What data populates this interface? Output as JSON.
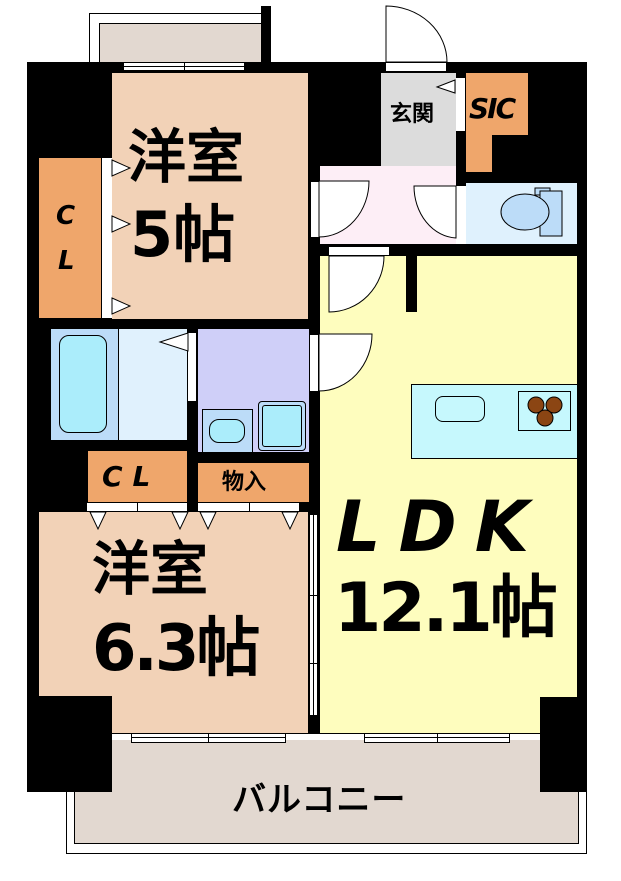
{
  "floorplan": {
    "colors": {
      "wall": "#000000",
      "western_room": "#f2d2b7",
      "closet": "#efa66b",
      "entrance": "#dcdcdc",
      "hallway": "#fdeef6",
      "toilet_room": "#dff1fd",
      "bath_room": "#bcdcf8",
      "bath_wash": "#e0f1fd",
      "bathtub": "#abedfb",
      "washroom": "#cfcff8",
      "ldk": "#fefdbe",
      "kitchen_counter": "#c6f8fd",
      "stove_burner": "#8b4513",
      "balcony": "#e2d8d0"
    },
    "rooms": {
      "western_room_1": {
        "name": "洋室",
        "size": "5帖"
      },
      "western_room_2": {
        "name": "洋室",
        "size": "6.3帖"
      },
      "ldk": {
        "name": "LDK",
        "size": "12.1帖"
      },
      "entrance": {
        "name": "玄関"
      },
      "shoe_closet": {
        "name": "SIC"
      },
      "closet_1": {
        "name_line1": "C",
        "name_line2": "L"
      },
      "closet_2": {
        "name": "CL"
      },
      "storage": {
        "name": "物入"
      },
      "balcony_main": {
        "name": "バルコニー"
      }
    },
    "icons": {
      "toilet": "toilet-icon",
      "bathtub": "bathtub-icon",
      "wash_basin": "sink-icon",
      "washing_machine": "washing-machine-icon",
      "kitchen_sink": "kitchen-sink-icon",
      "stove": "stove-icon",
      "door_swing": "door-swing-icon",
      "sliding_window": "sliding-window-icon",
      "folding_door": "folding-door-icon"
    }
  }
}
